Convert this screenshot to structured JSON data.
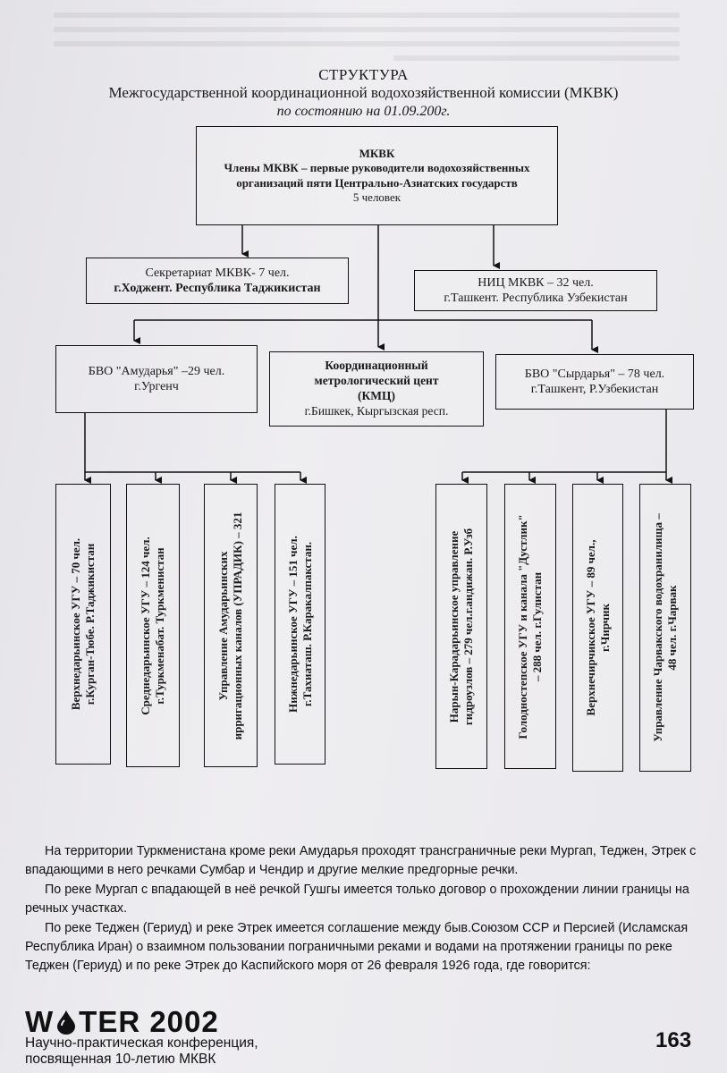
{
  "title": {
    "line1": "СТРУКТУРА",
    "line2": "Межгосударственной координационной водохозяйственной комиссии (МКВК)",
    "line3": "по состоянию на 01.09.200г."
  },
  "boxes": {
    "top": {
      "name": "МКВК",
      "desc1": "Члены МКВК – первые руководители водохозяйственных",
      "desc2": "организаций пяти Центрально-Азиатских государств",
      "count": "5 человек"
    },
    "secretariat": {
      "line1": "Секретариат МКВК- 7 чел.",
      "line2": "г.Ходжент. Республика Таджикистан"
    },
    "nic": {
      "line1": "НИЦ МКВК – 32 чел.",
      "line2": "г.Ташкент. Республика Узбекистан"
    },
    "bvo_amu": {
      "line1": "БВО \"Амударья\" –29 чел.",
      "line2": "г.Ургенч"
    },
    "kmc": {
      "line1": "Координационный",
      "line2": "метрологический цент",
      "line3": "(КМЦ)",
      "line4": "г.Бишкек, Кыргызская респ."
    },
    "bvo_syr": {
      "line1": "БВО \"Сырдарья\" – 78 чел.",
      "line2": "г.Ташкент, Р.Узбекистан"
    }
  },
  "units": [
    {
      "l1": "Верхнедарьинское УГУ – 70 чел.",
      "l2": "г.Курган-Тюбе. Р.Таджикистан"
    },
    {
      "l1": "Среднедарьинское УГУ – 124 чел.",
      "l2": "г.Туркменабат. Туркменистан"
    },
    {
      "l1": "Управление Амударьинских",
      "l2": "ирригационных каналов (УПРАДИК) – 321"
    },
    {
      "l1": "Нижнедарьинское УГУ – 151 чел.",
      "l2": "г.Тахиаташ. Р.Каракалпакстан."
    },
    {
      "l1": "Нарын-Карадарьинское управление",
      "l2": "гидроузлов – 279 чел.г.андижан. Р.Узб"
    },
    {
      "l1": "Голодностепское УГУ и канала \"Дустлик\"",
      "l2": "– 288 чел. г.Гулистан"
    },
    {
      "l1": "Верхнечирчикское УГУ – 89 чел.,",
      "l2": "г.Чирчик"
    },
    {
      "l1": "Управление Чарвакского водохранилища –",
      "l2": "48 чел. г.Чарвак"
    }
  ],
  "paragraphs": {
    "p1": "На территории Туркменистана кроме реки Амударья проходят трансграничные реки Мургап, Теджен, Этрек с впадающими в него речками Сумбар и Чендир и другие мелкие предгорные речки.",
    "p2": "По реке Мургап с впадающей в неё речкой  Гушгы имеется только договор о прохождении линии границы на речных участках.",
    "p3": "По реке Теджен (Гериуд) и реке Этрек имеется соглашение между быв.Союзом ССР и Персией (Исламская Республика Иран)  о взаимном пользовании пограничными реками и водами на протяжении границы по реке Теджен (Гериуд) и по реке Этрек до Каспийского моря от 26 февраля 1926 года, где говорится:"
  },
  "footer": {
    "logo_w": "W",
    "logo_rest": "TER 2002",
    "line1": "Научно-практическая конференция,",
    "line2": "посвященная 10-летию МКВК",
    "page_number": "163"
  }
}
